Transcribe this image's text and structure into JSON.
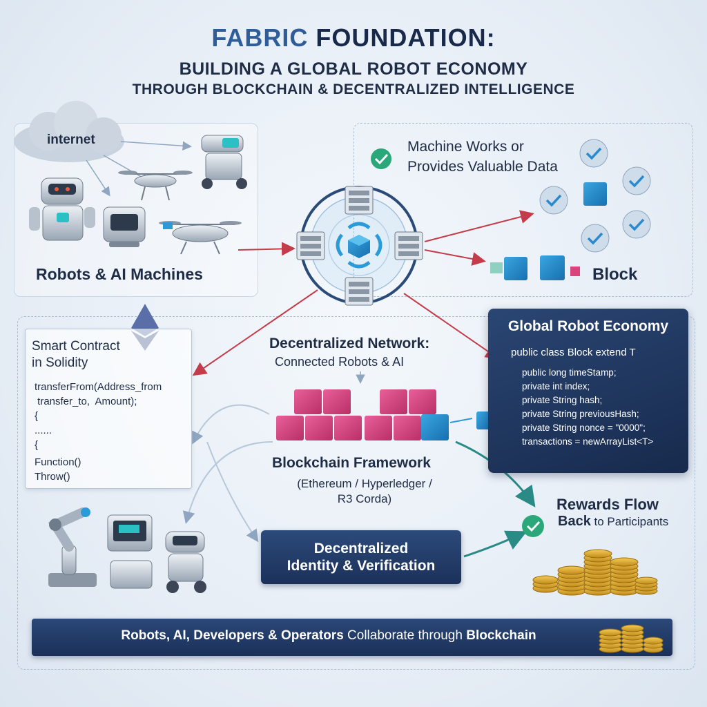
{
  "title": {
    "part1": "FABRIC",
    "part2": "FOUNDATION:",
    "line2": "BUILDING A GLOBAL ROBOT ECONOMY",
    "line3": "THROUGH BLOCKCHAIN & DECENTRALIZED INTELLIGENCE"
  },
  "robots_panel": {
    "cloud_label": "internet",
    "label": "Robots & AI Machines"
  },
  "machine_panel": {
    "line1": "Machine Works or",
    "line2": "Provides Valuable Data",
    "block_label": "Block"
  },
  "smart_contract": {
    "title_line1": "Smart Contract",
    "title_line2": "in Solidity",
    "code": [
      "transferFrom(Address_from",
      " transfer_to,  Amount);",
      "{",
      "......",
      "{",
      "Function()",
      "Throw()"
    ]
  },
  "network": {
    "title": "Decentralized Network:",
    "subtitle": "Connected Robots & AI"
  },
  "blockchain": {
    "title": "Blockchain Framework",
    "subtitle_line1": "(Ethereum / Hyperledger /",
    "subtitle_line2": "R3 Corda)"
  },
  "global_economy": {
    "title": "Global Robot Economy",
    "header": "public class Block extend T",
    "code": [
      "public long timeStamp;",
      "private int index;",
      "private String hash;",
      "private String previousHash;",
      "private String nonce = \"0000\";",
      "transactions = newArrayList<T>"
    ]
  },
  "rewards": {
    "line1": "Rewards Flow",
    "line2_bold": "Back",
    "line2_rest": " to Participants"
  },
  "identity": {
    "line1": "Decentralized",
    "line2": "Identity & Verification"
  },
  "banner": {
    "bold1": "Robots, AI, Developers & Operators",
    "normal": " Collaborate through ",
    "bold2": "Blockchain"
  },
  "colors": {
    "accent_blue": "#2f5d9a",
    "navy": "#1b315a",
    "pink_block": "#d9447c",
    "cyan_block": "#1f8fcf",
    "check_green": "#2aa87a",
    "arrow_red": "#c43c4a",
    "arrow_teal": "#2a8a86",
    "coin_gold": "#d9a62c"
  },
  "icons": [
    "cloud-icon",
    "robot-icon",
    "drone-icon",
    "server-rack-icon",
    "cube-icon",
    "check-circle-icon",
    "ethereum-icon",
    "coin-stack-icon",
    "robot-arm-icon"
  ]
}
